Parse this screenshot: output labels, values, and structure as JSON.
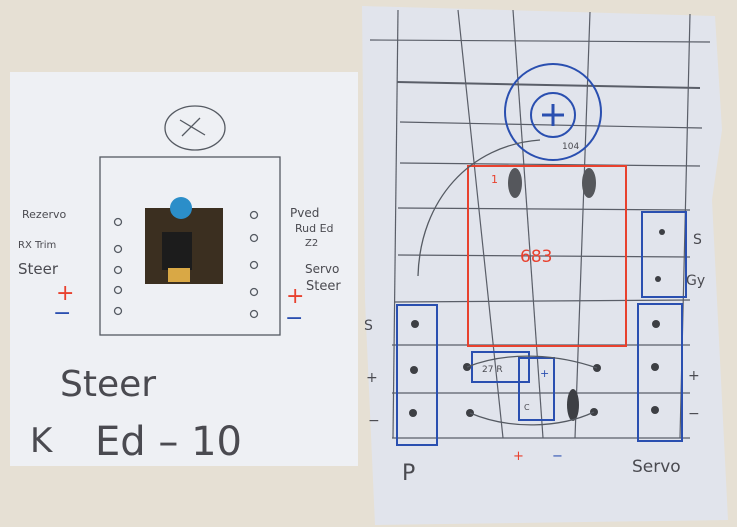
{
  "left_card": {
    "left_labels": [
      "Rezervo",
      "RX  Trim",
      "Steer"
    ],
    "right_labels": [
      "Pved",
      "Rud Ed",
      "Z2",
      "Servo",
      "Steer"
    ],
    "plus": "+",
    "minus": "−",
    "title_line1": "Steer",
    "title_k": "K",
    "title_line2": "Ed – 10"
  },
  "right_card": {
    "pin_one": "1",
    "chip_label": "683",
    "cap_label": "104",
    "right_top_labels": [
      "S",
      "Gy"
    ],
    "left_side_labels": [
      "S",
      "+",
      "−"
    ],
    "right_side_labels": [
      "+",
      "−"
    ],
    "resistor_label": "27 R",
    "cap_plus": "+",
    "cap_label_c": "C",
    "bottom_plus": "+",
    "bottom_minus": "−",
    "left_footer": "P",
    "right_footer": "Servo"
  },
  "colors": {
    "red": "#e8412e",
    "blue": "#2a4fb0",
    "pencil": "#4a4a50"
  }
}
